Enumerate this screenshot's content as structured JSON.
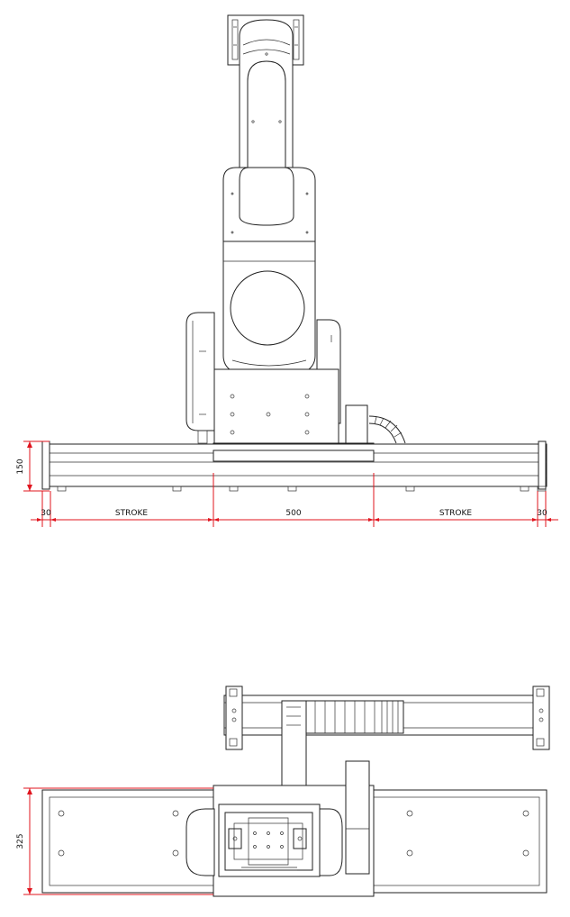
{
  "colors": {
    "dimension_line": "#e0141e",
    "outline": "#222222",
    "background": "#ffffff"
  },
  "front_view": {
    "dim_height": "150",
    "dim_left_offset": "30",
    "dim_left_stroke": "STROKE",
    "dim_carriage": "500",
    "dim_right_stroke": "STROKE",
    "dim_right_offset": "30"
  },
  "top_view": {
    "dim_width": "325"
  }
}
